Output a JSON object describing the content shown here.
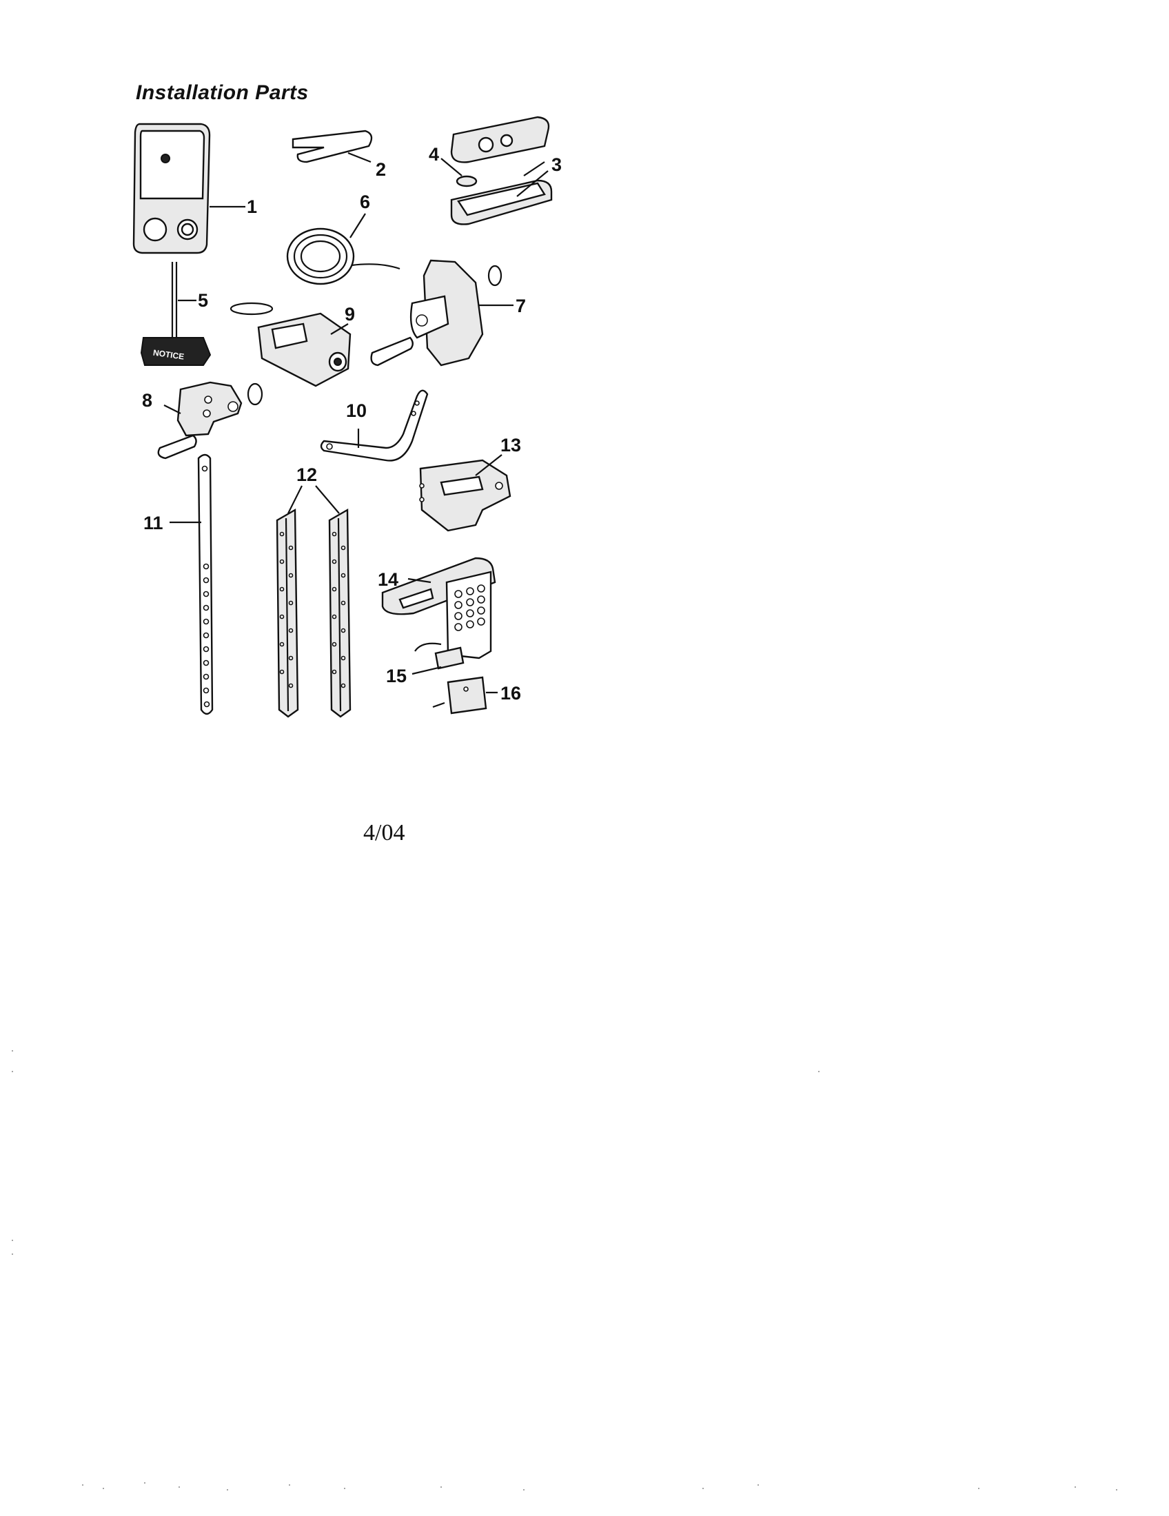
{
  "page": {
    "title": "Installation Parts",
    "date": "4/04"
  },
  "parts": [
    {
      "callout": "1"
    },
    {
      "callout": "2"
    },
    {
      "callout": "3"
    },
    {
      "callout": "4"
    },
    {
      "callout": "5"
    },
    {
      "callout": "6"
    },
    {
      "callout": "7"
    },
    {
      "callout": "8"
    },
    {
      "callout": "9"
    },
    {
      "callout": "10"
    },
    {
      "callout": "11"
    },
    {
      "callout": "12"
    },
    {
      "callout": "13"
    },
    {
      "callout": "14"
    },
    {
      "callout": "15"
    },
    {
      "callout": "16"
    }
  ],
  "labels": {
    "notice_tag": "NOTICE"
  }
}
